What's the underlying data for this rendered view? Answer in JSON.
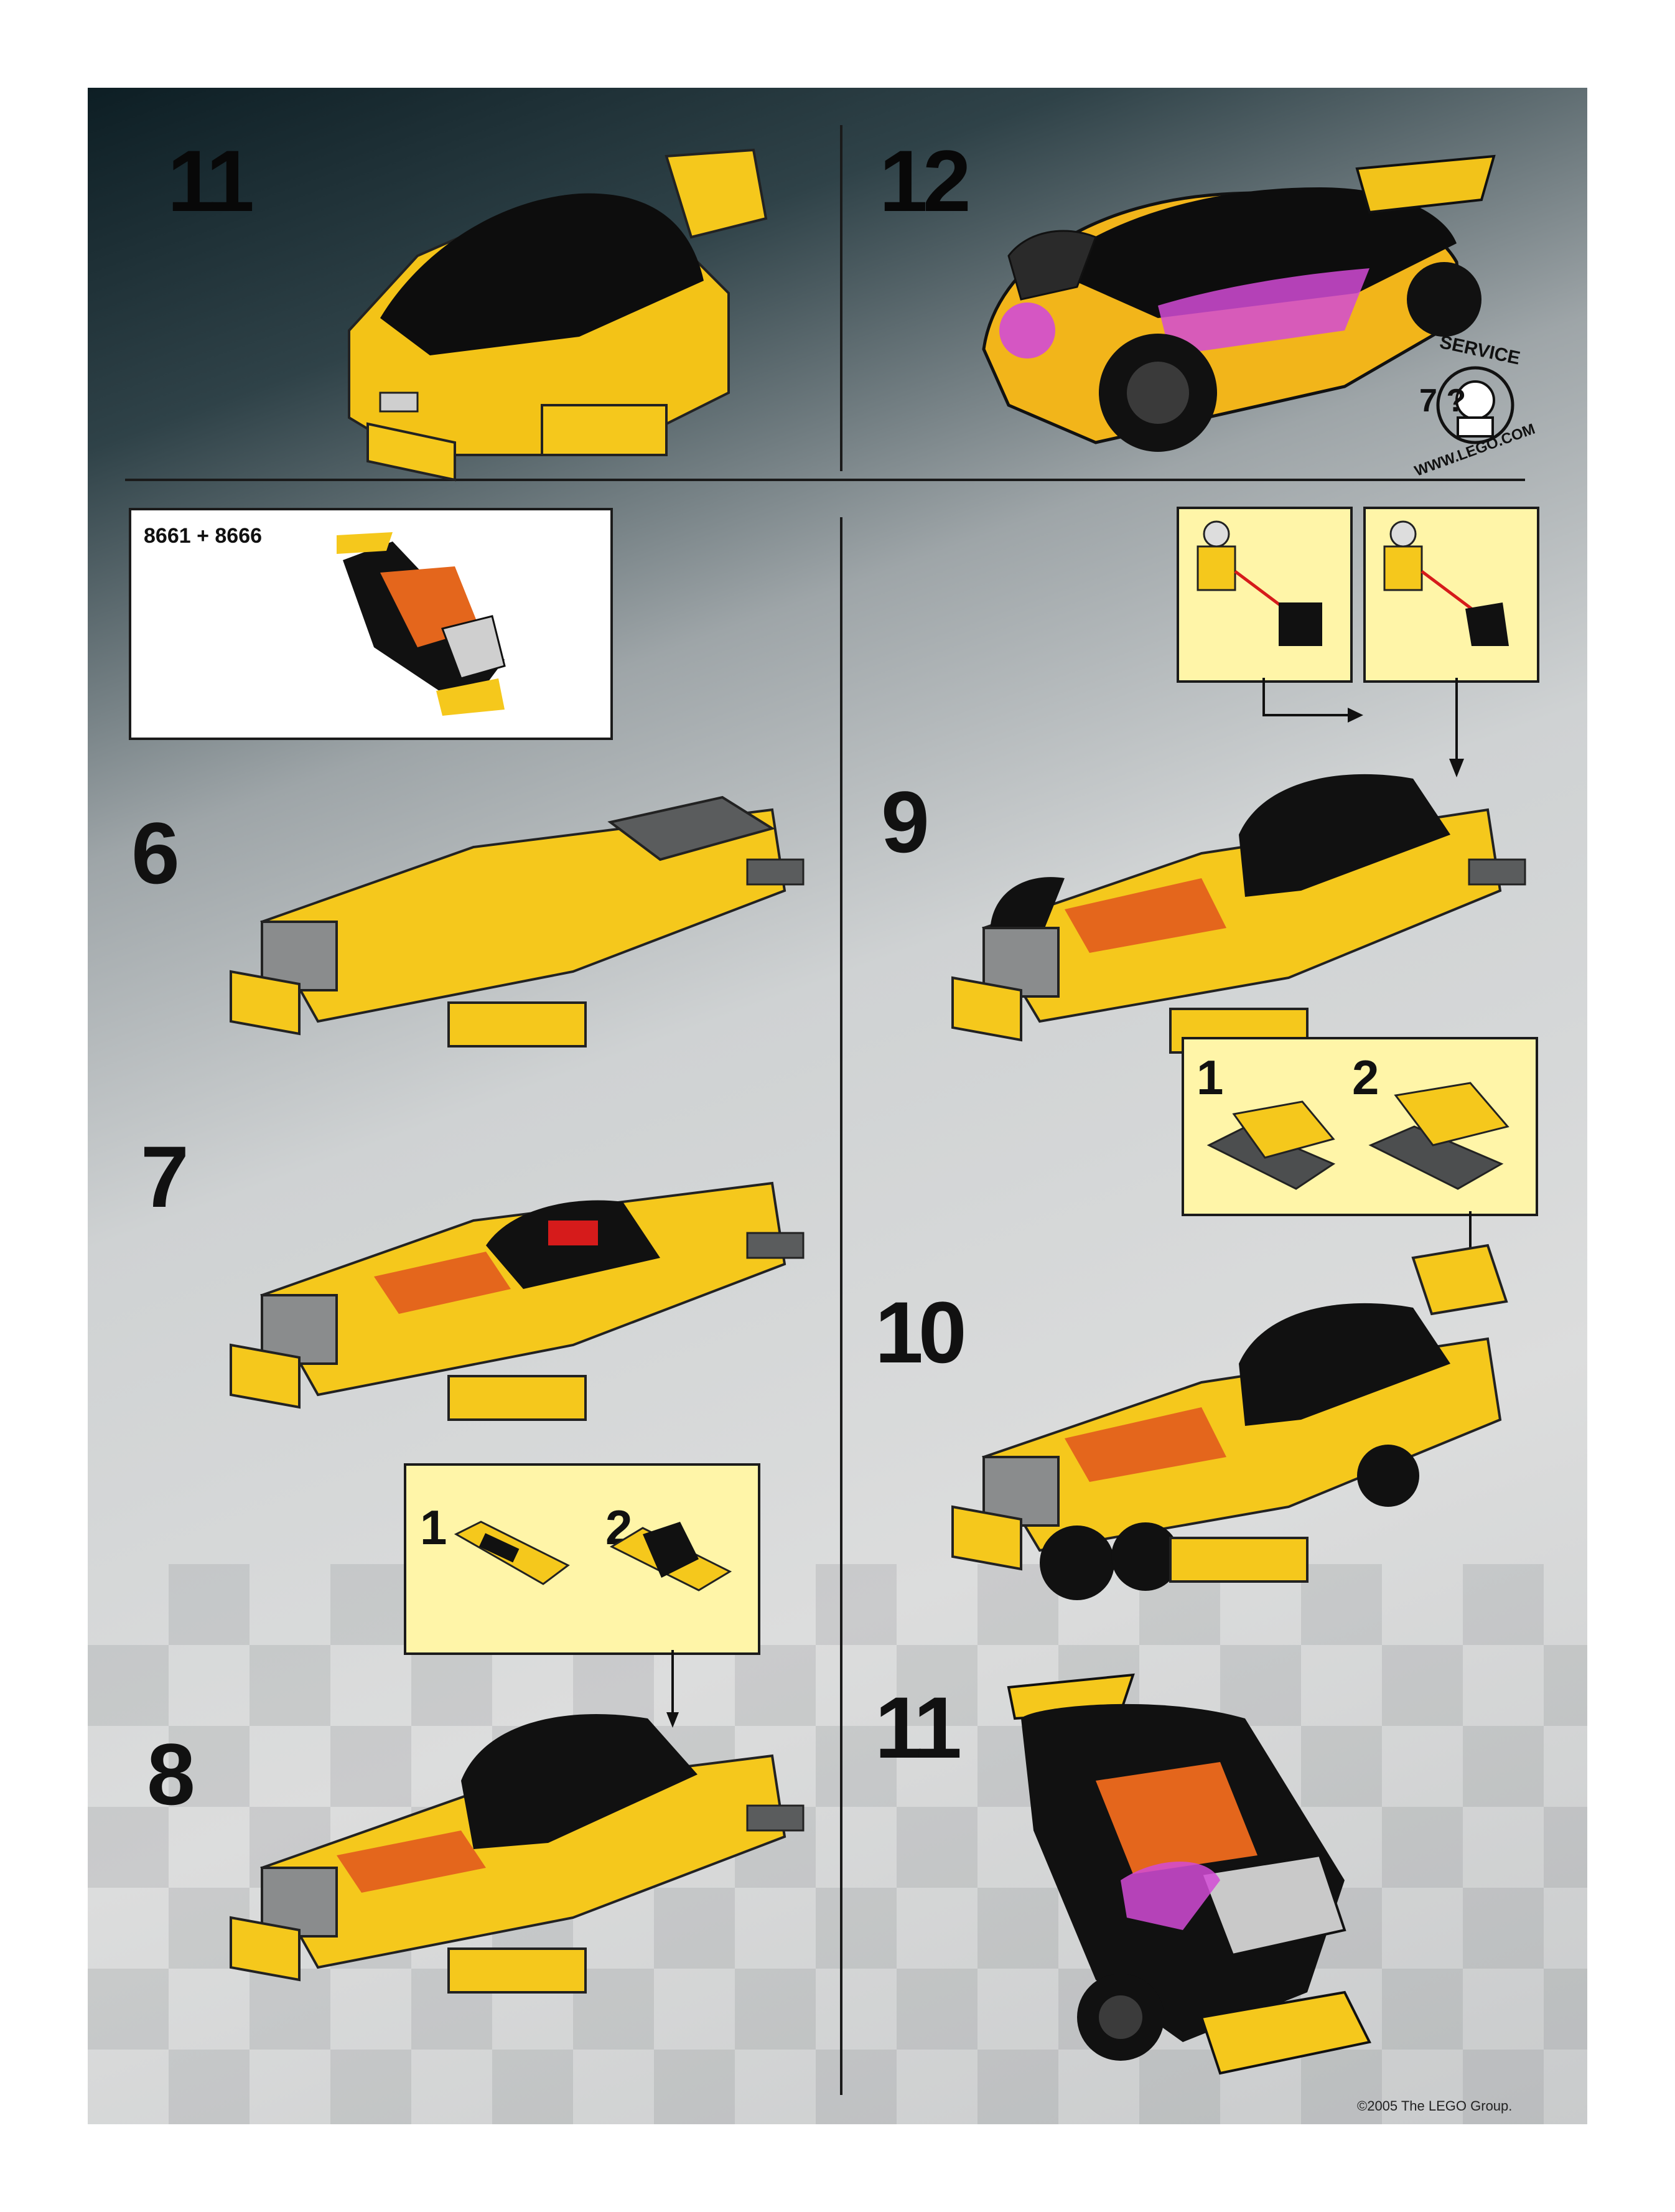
{
  "top": {
    "step_left": "11",
    "step_right": "12",
    "service_badge": {
      "top_text": "SERVICE",
      "bottom_text": "WWW.LEGO.COM",
      "marks": "7 ?"
    }
  },
  "combo_box": {
    "label": "8661 + 8666"
  },
  "left_column": {
    "steps": [
      "6",
      "7",
      "8"
    ],
    "sub_box": {
      "item1": "1",
      "item2": "2"
    }
  },
  "right_column": {
    "steps": [
      "9",
      "10",
      "11"
    ],
    "sub_box": {
      "item1": "1",
      "item2": "2"
    }
  },
  "footer": {
    "copyright": "©2005 The LEGO Group."
  },
  "colors": {
    "brick_yellow": "#f7c61a",
    "brick_black": "#121212",
    "brick_orange": "#e4661c",
    "callout_bg": "#fff5a8",
    "grey": "#6d6f70"
  }
}
